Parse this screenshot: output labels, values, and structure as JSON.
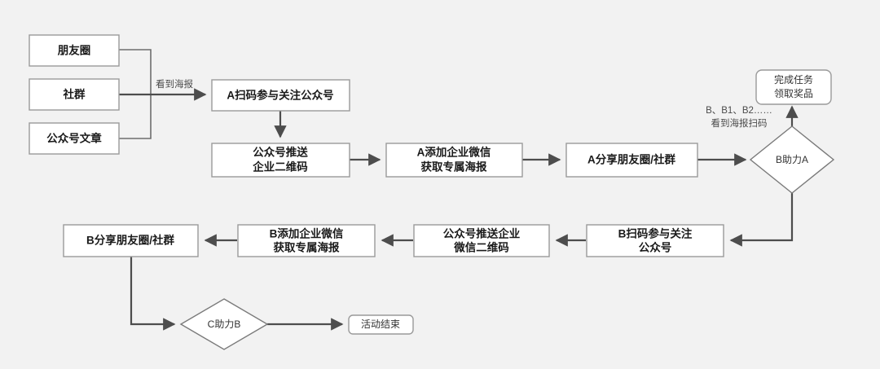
{
  "diagram": {
    "title": "",
    "background_color": "#f2f2f2",
    "node_fill": "#ffffff",
    "node_stroke": "#9a9a9a",
    "edge_color": "#4d4d4d",
    "text_color": "#1a1a1a"
  },
  "nodes": {
    "source_moments": {
      "label": "朋友圈",
      "shape": "rect"
    },
    "source_group": {
      "label": "社群",
      "shape": "rect"
    },
    "source_article": {
      "label": "公众号文章",
      "shape": "rect"
    },
    "a_scan": {
      "label": "A扫码参与关注公众号",
      "shape": "rect"
    },
    "a_push_qr_line1": {
      "label": "公众号推送",
      "shape": "rect"
    },
    "a_push_qr_line2": {
      "label": "企业二维码",
      "shape": "rect"
    },
    "a_add_wecom_line1": {
      "label": "A添加企业微信",
      "shape": "rect"
    },
    "a_add_wecom_line2": {
      "label": "获取专属海报",
      "shape": "rect"
    },
    "a_share": {
      "label": "A分享朋友圈/社群",
      "shape": "rect"
    },
    "b_help_a": {
      "label": "B助力A",
      "shape": "diamond"
    },
    "finish_task_line1": {
      "label": "完成任务",
      "shape": "rounded-rect"
    },
    "finish_task_line2": {
      "label": "领取奖品",
      "shape": "rounded-rect"
    },
    "b_scan_line1": {
      "label": "B扫码参与关注",
      "shape": "rect"
    },
    "b_scan_line2": {
      "label": "公众号",
      "shape": "rect"
    },
    "b_push_qr_line1": {
      "label": "公众号推送企业",
      "shape": "rect"
    },
    "b_push_qr_line2": {
      "label": "微信二维码",
      "shape": "rect"
    },
    "b_add_wecom_line1": {
      "label": "B添加企业微信",
      "shape": "rect"
    },
    "b_add_wecom_line2": {
      "label": "获取专属海报",
      "shape": "rect"
    },
    "b_share": {
      "label": "B分享朋友圈/社群",
      "shape": "rect"
    },
    "c_help_b": {
      "label": "C助力B",
      "shape": "diamond"
    },
    "activity_end": {
      "label": "活动结束",
      "shape": "rounded-rect"
    }
  },
  "edge_labels": {
    "see_poster": "看到海报",
    "b_series_line1": "B、B1、B2……",
    "b_series_line2": "看到海报扫码"
  }
}
